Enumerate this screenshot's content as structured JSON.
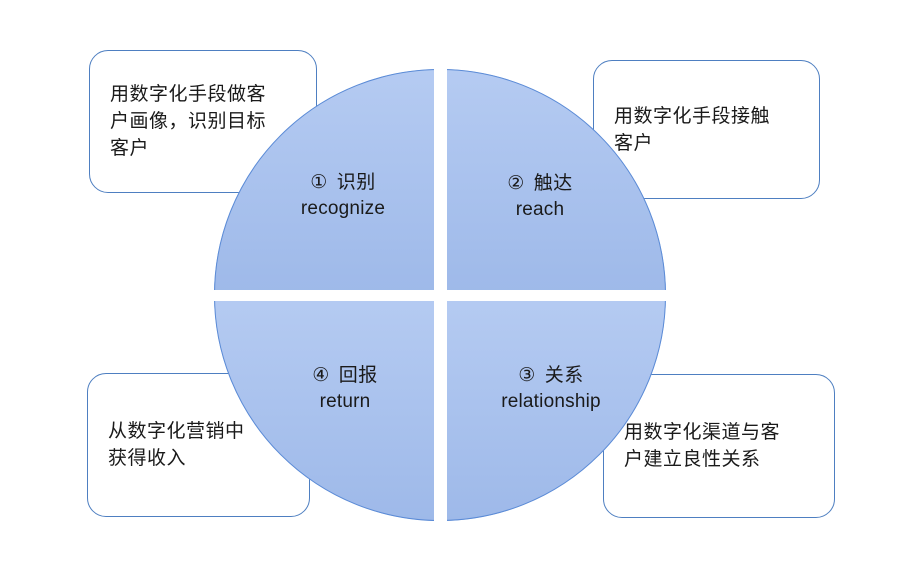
{
  "colors": {
    "box_border": "#4e7fc1",
    "circle_border": "#5b8bd6",
    "quad_light": "#b5cbf2",
    "quad_dark": "#9eb9e9",
    "divider": "#ffffff",
    "text": "#1a1a1a"
  },
  "quadrants": [
    {
      "number": "①",
      "zh": "识别",
      "en": "recognize"
    },
    {
      "number": "②",
      "zh": "触达",
      "en": "reach"
    },
    {
      "number": "③",
      "zh": "关系",
      "en": "relationship"
    },
    {
      "number": "④",
      "zh": "回报",
      "en": "return"
    }
  ],
  "callouts": {
    "top_left": "用数字化手段做客\n户画像，识别目标\n客户",
    "top_right": "用数字化手段接触\n客户",
    "bottom_left": "从数字化营销中\n获得收入",
    "bottom_right": "用数字化渠道与客\n户建立良性关系"
  }
}
